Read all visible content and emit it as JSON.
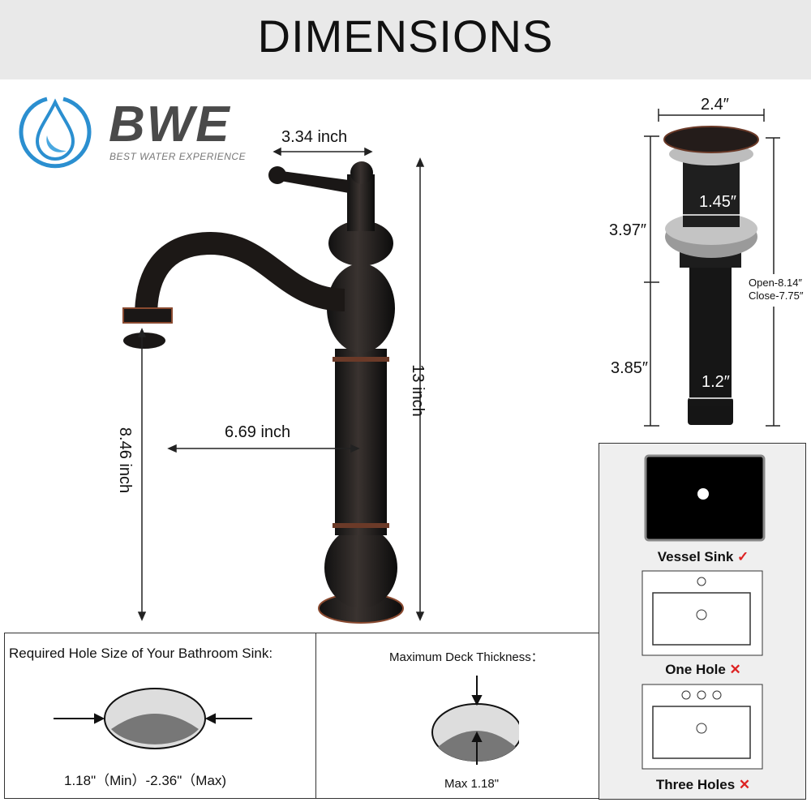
{
  "header": {
    "title": "DIMENSIONS"
  },
  "brand": {
    "name": "BWE",
    "tagline": "BEST WATER EXPERIENCE",
    "logo_color": "#2b8fd0"
  },
  "faucet": {
    "handle_width": "3.34 inch",
    "height": "13 inch",
    "spout_reach": "6.69 inch",
    "spout_height": "8.46 inch"
  },
  "drain": {
    "top_diameter": "2.4″",
    "upper_height": "3.97″",
    "thread_diameter": "1.45″",
    "lower_height": "3.85″",
    "pipe_diameter": "1.2″",
    "open_length": "Open-8.14″",
    "close_length": "Close-7.75″"
  },
  "hole_size": {
    "title": "Required Hole Size of Your Bathroom Sink:",
    "range": "1.18\"（Min）-2.36\"（Max)"
  },
  "deck": {
    "title": "Maximum Deck Thickness：",
    "value": "Max 1.18\""
  },
  "sink_types": [
    {
      "label": "Vessel Sink",
      "mark": "✓"
    },
    {
      "label": "One Hole",
      "mark": "✕"
    },
    {
      "label": "Three Holes",
      "mark": "✕"
    }
  ]
}
